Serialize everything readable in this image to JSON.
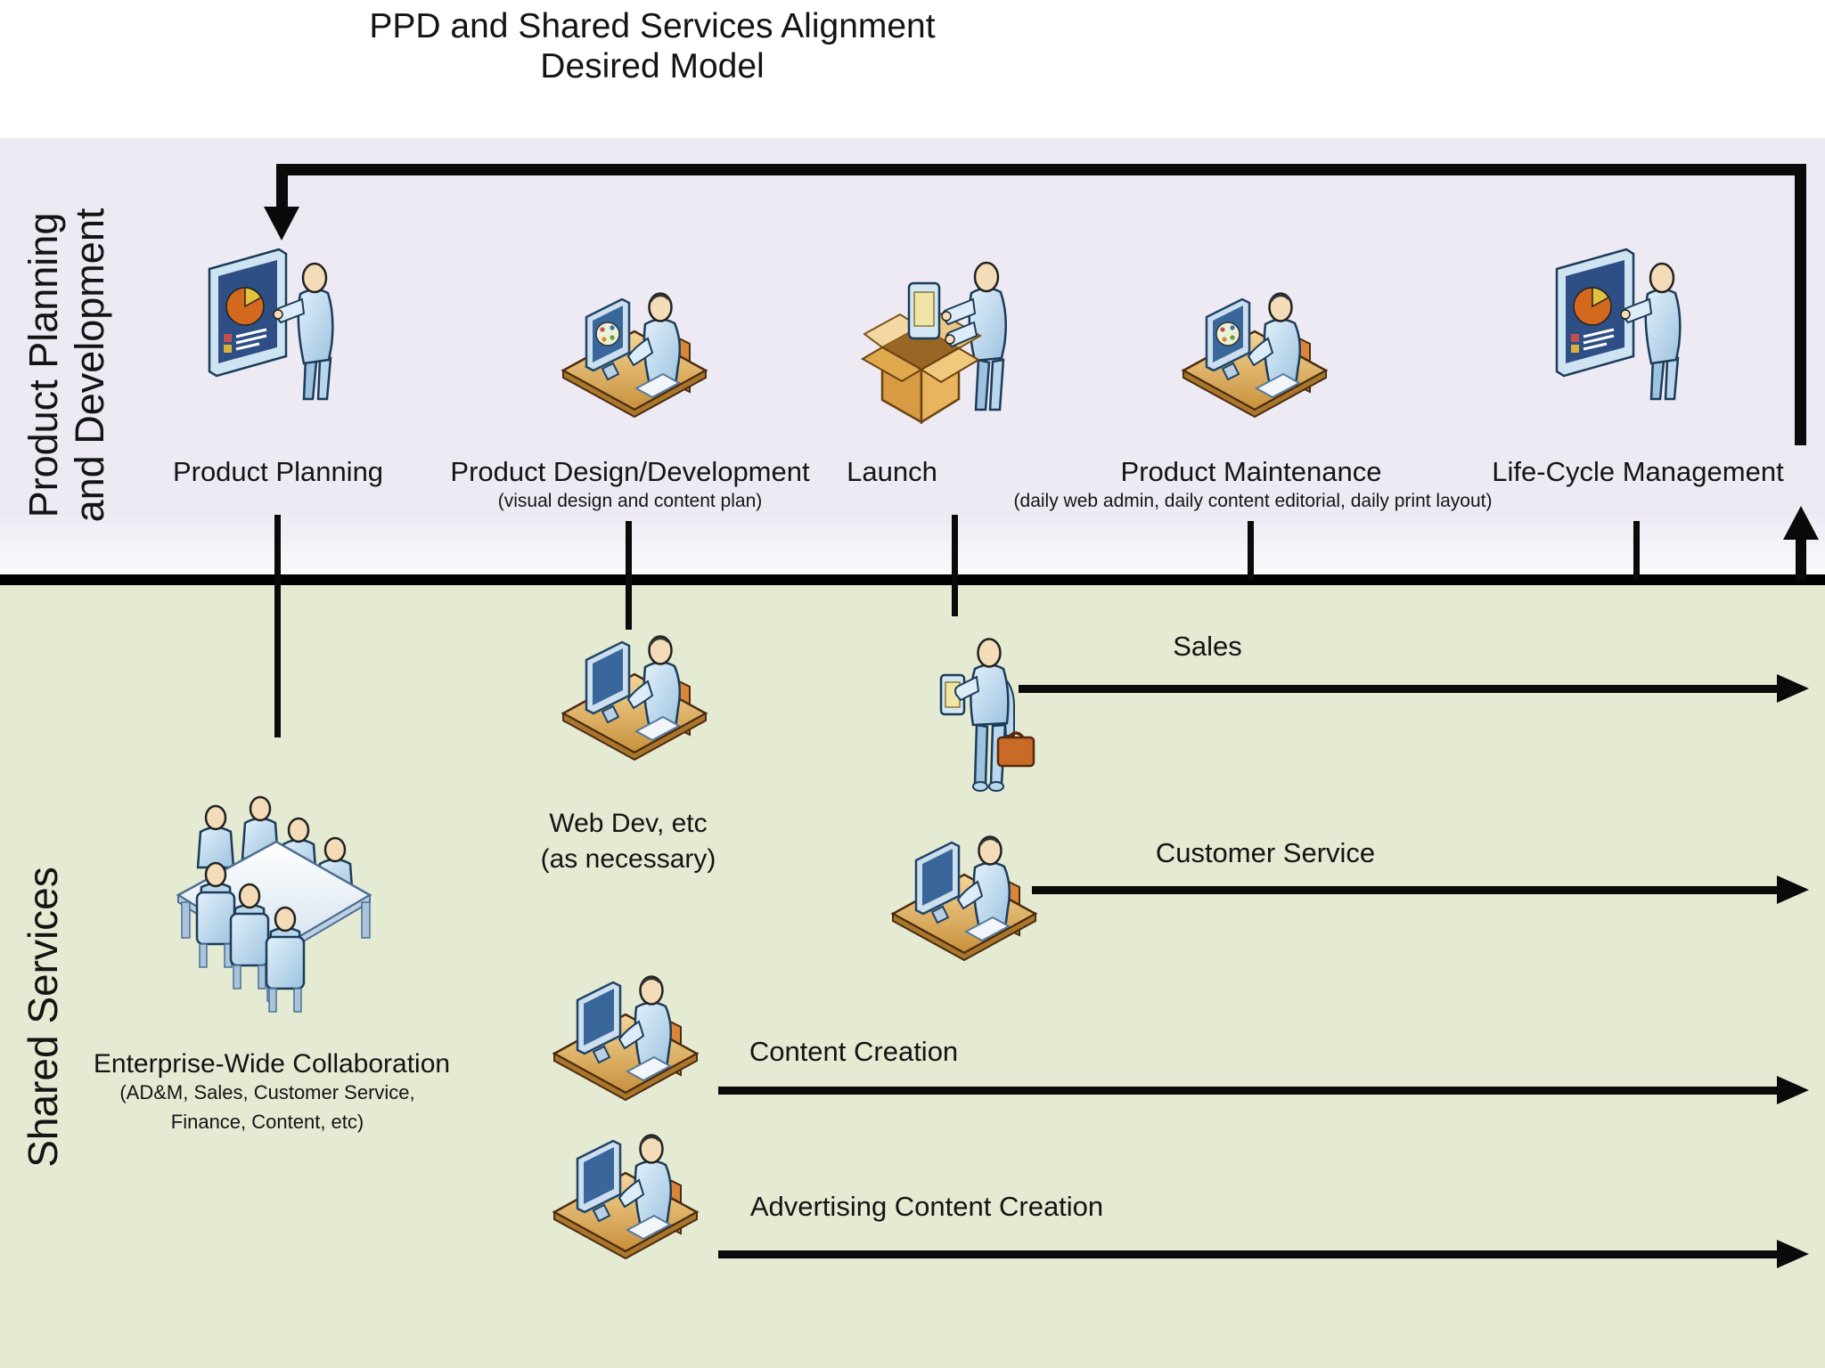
{
  "title": {
    "line1": "PPD and Shared Services Alignment",
    "line2": "Desired Model"
  },
  "lanes": {
    "ppd": {
      "label_line1": "Product Planning",
      "label_line2": "and Development"
    },
    "shared": {
      "label": "Shared Services"
    }
  },
  "ppd_stages": [
    {
      "label": "Product Planning",
      "sublabel": "",
      "icon": "presenter-chart-board-icon"
    },
    {
      "label": "Product Design/Development",
      "sublabel": "(visual design and content plan)",
      "icon": "artist-workstation-desk-icon"
    },
    {
      "label": "Launch",
      "sublabel": "",
      "icon": "unboxing-product-icon"
    },
    {
      "label": "Product Maintenance",
      "sublabel": "(daily web admin, daily content editorial, daily print layout)",
      "icon": "artist-workstation-desk-icon"
    },
    {
      "label": "Life-Cycle Management",
      "sublabel": "",
      "icon": "presenter-chart-board-icon"
    }
  ],
  "shared_services": {
    "collaboration": {
      "label": "Enterprise-Wide Collaboration",
      "sublabel_line1": "(AD&M, Sales, Customer Service,",
      "sublabel_line2": "Finance, Content, etc)",
      "icon": "meeting-table-icon"
    },
    "webdev": {
      "label_line1": "Web Dev, etc",
      "label_line2": "(as necessary)",
      "icon": "workstation-desk-icon"
    },
    "flows": [
      {
        "label": "Sales",
        "icon": "salesperson-briefcase-icon"
      },
      {
        "label": "Customer Service",
        "icon": "workstation-desk-icon"
      },
      {
        "label": "Content Creation",
        "icon": "workstation-desk-icon"
      },
      {
        "label": "Advertising Content Creation",
        "icon": "workstation-desk-icon"
      }
    ]
  },
  "colors": {
    "ppd_band_bg": "#edeaf4",
    "shared_band_bg": "#e5ead3",
    "divider": "#000000",
    "arrow_black": "#0a0a0a",
    "text": "#141414",
    "figure_blue": "#b9d7eb",
    "figure_outline": "#1b3c5a",
    "skin": "#f4dcb8",
    "desk_tan": "#d9a152",
    "chair_orange": "#d9863a",
    "box_tan": "#eab45e",
    "briefcase_orange": "#c96a28",
    "screen_blue": "#39679c",
    "board_navy": "#2e4f86",
    "pie_orange": "#d2691e",
    "pie_wedge_yellow": "#e2c23a"
  }
}
